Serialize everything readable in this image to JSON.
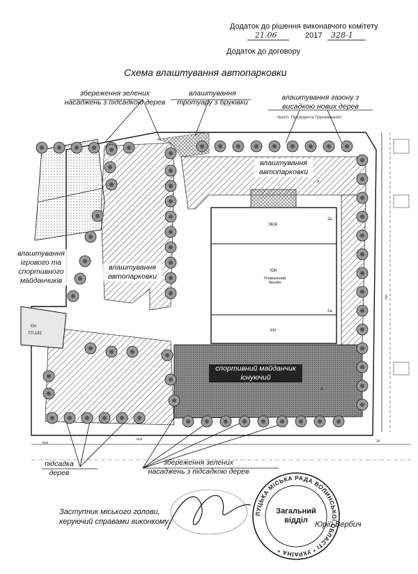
{
  "header": {
    "decision_line": "Додаток до рішення виконавчого комітету",
    "decision_date_handwritten": "21.06",
    "decision_year": "2017",
    "decision_number_handwritten": "328-1",
    "contract_line": "Додаток до договору"
  },
  "title": "Схема влаштування автопарковки",
  "labels": {
    "preserve_green_top": "збереження зелених насаджень з підсадкою дерев",
    "sidewalk": "влаштування тротуару з бруківки",
    "lawn": "влаштування газону з висадкою нових дерев",
    "playground": "влаштування ігрового та спортивного майданчиків",
    "parking_left": "влаштування автопарковки",
    "parking_top": "влаштування автопарковки",
    "sports_existing": "спортивний майданчик існуючий",
    "tree_planting": "підсадка дерев",
    "preserve_green_bottom": "збереження зелених насаджень з підсадкою дерев",
    "street": "просп. Президента Грушевського"
  },
  "building": {
    "top_block": "ЗЮК",
    "middle_block_code": "ЮК",
    "middle_block_name": "Плавальний басейн",
    "bottom_block": "КН",
    "mark_2a_top": "2а",
    "mark_2a_bottom": "2а"
  },
  "signature": {
    "position": "Заступник міського голови, керуючий справами виконкому",
    "name": "Юрій Вербич",
    "stamp_center": "Загальний відділ",
    "stamp_ring": "ЛУЦЬКА МІСЬКА РАДА ВОЛИНСЬКОЇ ОБЛАСТІ * УКРАЇНА *"
  },
  "colors": {
    "ink": "#111111",
    "hatch": "#555555",
    "tree_fill": "#9a9a9a",
    "sports_fill": "#6a6a6a",
    "stamp_ink": "#1a1a1a"
  }
}
